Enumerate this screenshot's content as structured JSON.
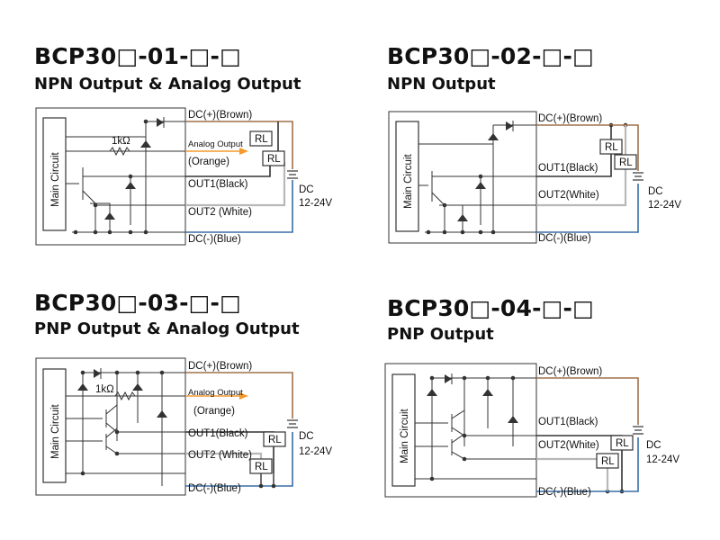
{
  "panels": [
    {
      "title": "BCP30□-01-□-□",
      "subtitle": "NPN Output & Analog Output",
      "main_circuit": "Main Circuit",
      "resistor": "1kΩ",
      "dc_pos": "DC(+)(Brown)",
      "analog": "Analog Output",
      "analog_color": "(Orange)",
      "out1": "OUT1(Black)",
      "out2": "OUT2 (White)",
      "dc_neg": "DC(-)(Blue)",
      "rl": "RL",
      "supply_1": "DC",
      "supply_2": "12-24V"
    },
    {
      "title": "BCP30□-02-□-□",
      "subtitle": "NPN Output",
      "main_circuit": "Main Circuit",
      "dc_pos": "DC(+)(Brown)",
      "out1": "OUT1(Black)",
      "out2": "OUT2(White)",
      "dc_neg": "DC(-)(Blue)",
      "rl": "RL",
      "supply_1": "DC",
      "supply_2": "12-24V"
    },
    {
      "title": "BCP30□-03-□-□",
      "subtitle": "PNP Output & Analog Output",
      "main_circuit": "Main Circuit",
      "resistor": "1kΩ",
      "dc_pos": "DC(+)(Brown)",
      "analog": "Analog Output",
      "analog_color": "(Orange)",
      "out1": "OUT1(Black)",
      "out2": "OUT2 (White)",
      "dc_neg": "DC(-)(Blue)",
      "rl": "RL",
      "supply_1": "DC",
      "supply_2": "12-24V"
    },
    {
      "title": "BCP30□-04-□-□",
      "subtitle": "PNP Output",
      "main_circuit": "Main Circuit",
      "dc_pos": "DC(+)(Brown)",
      "out1": "OUT1(Black)",
      "out2": "OUT2(White)",
      "dc_neg": "DC(-)(Blue)",
      "rl": "RL",
      "supply_1": "DC",
      "supply_2": "12-24V"
    }
  ],
  "colors": {
    "brown_wire": "#a0714a",
    "blue_wire": "#3a6ea5",
    "orange_wire": "#f39a2d",
    "white_wire": "#b8b8b8",
    "line": "#333333"
  }
}
